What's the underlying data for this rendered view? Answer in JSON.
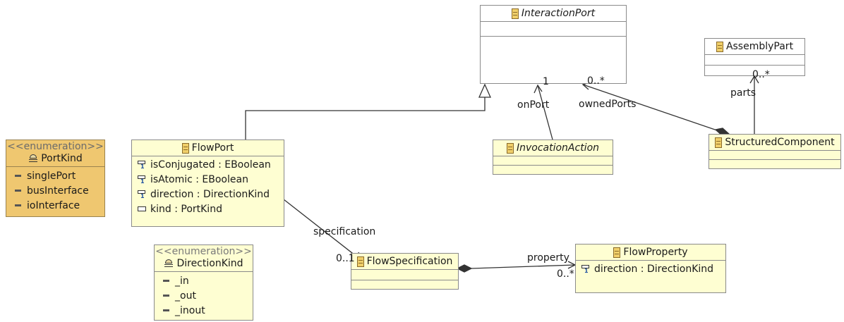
{
  "classes": {
    "interaction_port": {
      "name": "InteractionPort"
    },
    "assembly_part": {
      "name": "AssemblyPart"
    },
    "port_kind": {
      "stereotype": "<<enumeration>>",
      "name": "PortKind",
      "literals": [
        "singlePort",
        "busInterface",
        "ioInterface"
      ]
    },
    "flow_port": {
      "name": "FlowPort",
      "attributes": [
        "isConjugated : EBoolean",
        "isAtomic : EBoolean",
        "direction : DirectionKind",
        "kind : PortKind"
      ]
    },
    "invocation_action": {
      "name": "InvocationAction"
    },
    "structured_component": {
      "name": "StructuredComponent"
    },
    "direction_kind": {
      "stereotype": "<<enumeration>>",
      "name": "DirectionKind",
      "literals": [
        "_in",
        "_out",
        "_inout"
      ]
    },
    "flow_specification": {
      "name": "FlowSpecification"
    },
    "flow_property": {
      "name": "FlowProperty",
      "attributes": [
        "direction : DirectionKind"
      ]
    }
  },
  "edge_labels": {
    "on_port_mult": "1",
    "on_port_role": "onPort",
    "owned_ports_mult": "0..*",
    "owned_ports_role": "ownedPorts",
    "parts_mult": "0..*",
    "parts_role": "parts",
    "specification_role": "specification",
    "specification_mult": "0..1",
    "property_role": "property",
    "property_mult": "0..*"
  },
  "colors": {
    "class_fill": "#fefed2",
    "enum_fill": "#efc770",
    "abstract_fill": "#ffffff",
    "line": "#333333"
  }
}
